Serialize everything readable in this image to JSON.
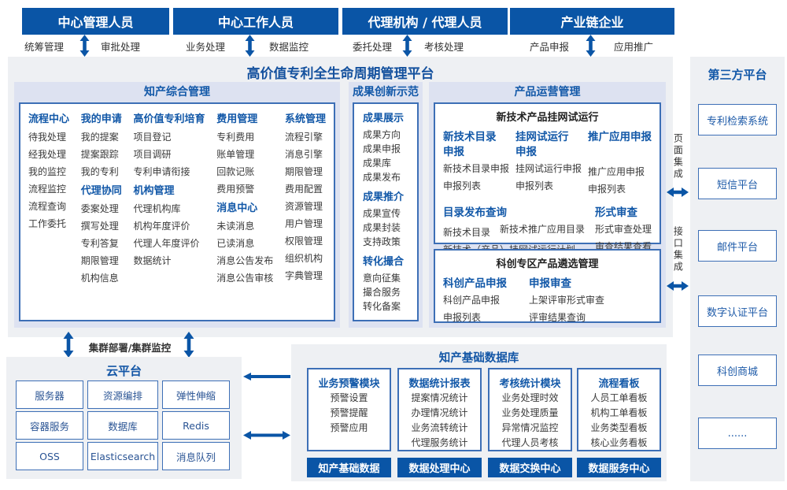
{
  "colors": {
    "primary_blue": "#0a55a6",
    "heading_blue": "#1258a8",
    "lavender_band": "#dde2f1",
    "panel_gray": "#eef0f3",
    "box_border_blue": "#3d6fb6",
    "text_dark": "#3a3a3a"
  },
  "actors": [
    {
      "title": "中心管理人员",
      "l": "统筹管理",
      "r": "审批处理"
    },
    {
      "title": "中心工作人员",
      "l": "业务处理",
      "r": "数据监控"
    },
    {
      "title": "代理机构 / 代理人员",
      "l": "委托处理",
      "r": "考核处理"
    },
    {
      "title": "产业链企业",
      "l": "产品申报",
      "r": "应用推广"
    }
  ],
  "platform_title": "高价值专利全生命周期管理平台",
  "ip": {
    "title": "知产综合管理",
    "cols": [
      {
        "g": [
          {
            "h": "流程中心",
            "i": [
              "待我处理",
              "经我处理",
              "我的监控",
              "流程监控",
              "流程查询",
              "工作委托"
            ]
          }
        ]
      },
      {
        "g": [
          {
            "h": "我的申请",
            "i": [
              "我的提案",
              "提案跟踪",
              "我的专利"
            ]
          },
          {
            "h": "代理协同",
            "i": [
              "委案处理",
              "撰写处理",
              "专利答复",
              "期限管理",
              "机构信息"
            ]
          }
        ]
      },
      {
        "g": [
          {
            "h": "高价值专利培育",
            "i": [
              "项目登记",
              "项目调研",
              "专利申请衔接"
            ]
          },
          {
            "h": "机构管理",
            "i": [
              "代理机构库",
              "机构年度评价",
              "代理人年度评价",
              "数据统计"
            ]
          }
        ]
      },
      {
        "g": [
          {
            "h": "费用管理",
            "i": [
              "专利费用",
              "账单管理",
              "回款记账",
              "费用预警"
            ]
          },
          {
            "h": "消息中心",
            "i": [
              "未读消息",
              "已读消息",
              "消息公告发布",
              "消息公告审核"
            ]
          }
        ]
      },
      {
        "g": [
          {
            "h": "系统管理",
            "i": [
              "流程引擎",
              "消息引擎",
              "期限管理",
              "费用配置",
              "资源管理",
              "用户管理",
              "权限管理",
              "组织机构",
              "字典管理"
            ]
          }
        ]
      }
    ]
  },
  "ach": {
    "title": "成果创新示范",
    "groups": [
      {
        "h": "成果展示",
        "i": [
          "成果方向",
          "成果申报",
          "成果库",
          "成果发布"
        ]
      },
      {
        "h": "成果推介",
        "i": [
          "成果宣传",
          "成果封装",
          "支持政策"
        ]
      },
      {
        "h": "转化撮合",
        "i": [
          "意向征集",
          "撮合服务",
          "转化备案"
        ]
      }
    ]
  },
  "po": {
    "title": "产品运营管理",
    "box1": {
      "title": "新技术产品挂网试运行",
      "r1": [
        {
          "h": "新技术目录申报",
          "i": [
            "新技术目录申报",
            "申报列表"
          ]
        },
        {
          "h": "挂网试运行申报",
          "i": [
            "挂网试运行申报",
            "申报列表"
          ]
        },
        {
          "h": "推广应用申报",
          "i": [
            "推广应用申报",
            "申报列表"
          ]
        }
      ],
      "catalog": {
        "h": "目录发布查询",
        "i": [
          "新技术目录",
          "新技术推广应用目录",
          "新技术（产品）挂网试运行计划"
        ]
      },
      "review": {
        "h": "形式审查",
        "i": [
          "形式审查处理",
          "审查结果查看"
        ]
      }
    },
    "box2": {
      "title": "科创专区产品遴选管理",
      "g": [
        {
          "h": "科创产品申报",
          "i": [
            "科创产品申报",
            "申报列表"
          ]
        },
        {
          "h": "申报审查",
          "i": [
            "上架评审形式审查",
            "评审结果查询"
          ]
        }
      ]
    }
  },
  "integration": {
    "page": "页面集成",
    "api": "接口集成"
  },
  "third_party": {
    "title": "第三方平台",
    "items": [
      "专利检索系统",
      "短信平台",
      "邮件平台",
      "数字认证平台",
      "科创商城",
      "......"
    ]
  },
  "cluster_label": "集群部署/集群监控",
  "cloud": {
    "title": "云平台",
    "items": [
      "服务器",
      "资源编排",
      "弹性伸缩",
      "容器服务",
      "数据库",
      "Redis",
      "OSS",
      "Elasticsearch",
      "消息队列"
    ]
  },
  "db": {
    "title": "知产基础数据库",
    "modules": [
      {
        "h": "业务预警模块",
        "i": [
          "预警设置",
          "预警提醒",
          "预警应用"
        ]
      },
      {
        "h": "数据统计报表",
        "i": [
          "提案情况统计",
          "办理情况统计",
          "业务流转统计",
          "代理服务统计"
        ]
      },
      {
        "h": "考核统计模块",
        "i": [
          "业务处理时效",
          "业务处理质量",
          "异常情况监控",
          "代理人员考核"
        ]
      },
      {
        "h": "流程看板",
        "i": [
          "人员工单看板",
          "机构工单看板",
          "业务类型看板",
          "核心业务看板"
        ]
      }
    ],
    "centers": [
      "知产基础数据",
      "数据处理中心",
      "数据交换中心",
      "数据服务中心"
    ]
  }
}
